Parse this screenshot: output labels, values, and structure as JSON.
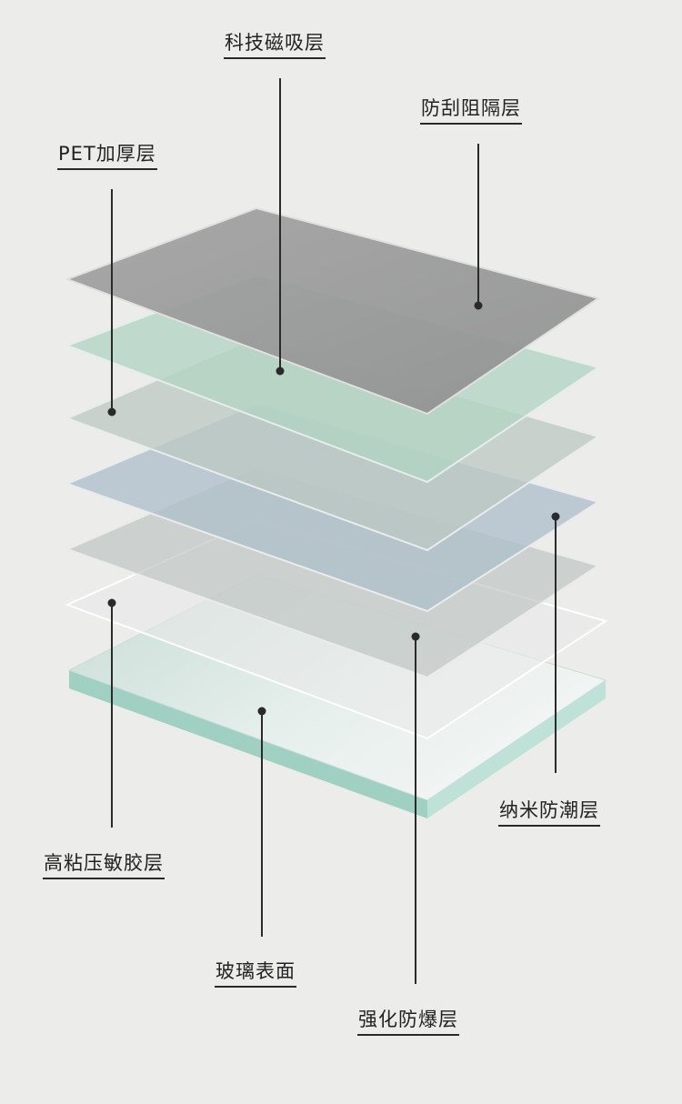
{
  "diagram": {
    "labels": {
      "magnetic": "科技磁吸层",
      "anti_scratch": "防刮阻隔层",
      "pet_thick": "PET加厚层",
      "moisture": "纳米防潮层",
      "adhesive": "高粘压敏胶层",
      "glass": "玻璃表面",
      "explosion": "强化防爆层"
    },
    "layer_colors": {
      "top": "#9d9d9d",
      "green": "#b7d6c6",
      "grey_green": "#c2cac6",
      "blue": "#b5c3cf",
      "grey": "#c4cbc8",
      "clear": "#e4e6e6",
      "glass": "#cfe3de",
      "glass_edge": "#a9d6c9"
    }
  }
}
